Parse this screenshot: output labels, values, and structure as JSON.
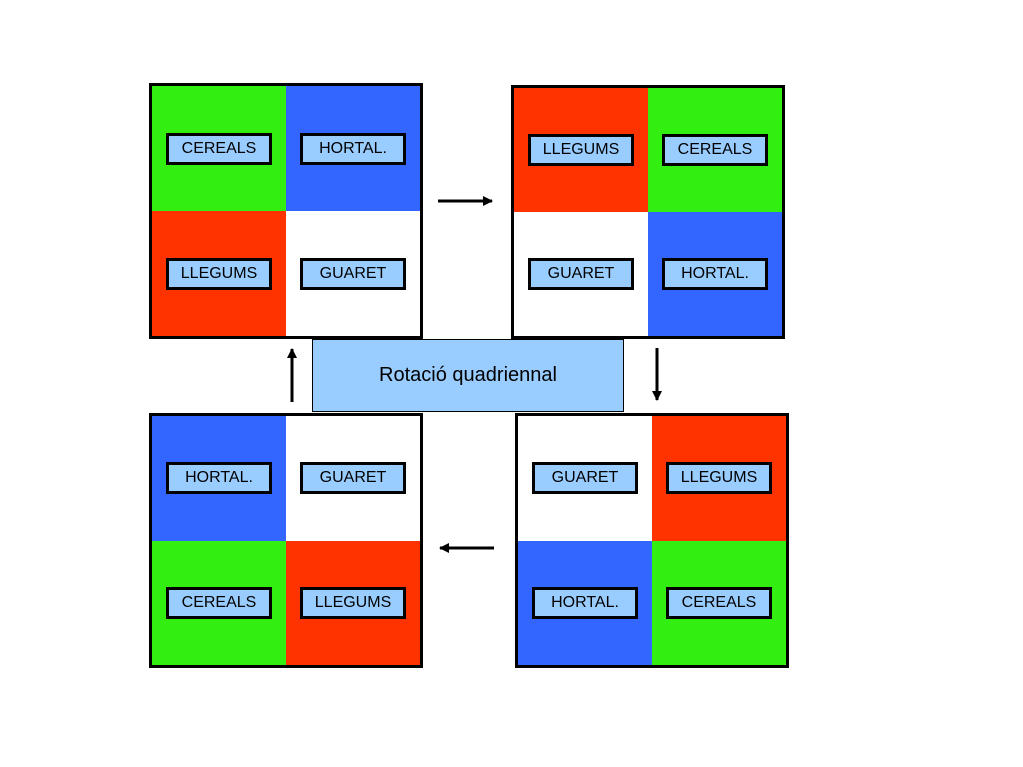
{
  "colors": {
    "cereals": "#33ee11",
    "hortal": "#3366ff",
    "llegums": "#ff3300",
    "guaret": "#ffffff",
    "label_fill": "#99ccff"
  },
  "center": {
    "title": "Rotació quadriennal"
  },
  "fields": [
    {
      "cells": [
        {
          "crop": "cereals",
          "label": "CEREALS"
        },
        {
          "crop": "hortal",
          "label": "HORTAL."
        },
        {
          "crop": "llegums",
          "label": "LLEGUMS"
        },
        {
          "crop": "guaret",
          "label": "GUARET"
        }
      ]
    },
    {
      "cells": [
        {
          "crop": "llegums",
          "label": "LLEGUMS"
        },
        {
          "crop": "cereals",
          "label": "CEREALS"
        },
        {
          "crop": "guaret",
          "label": "GUARET"
        },
        {
          "crop": "hortal",
          "label": "HORTAL."
        }
      ]
    },
    {
      "cells": [
        {
          "crop": "guaret",
          "label": "GUARET"
        },
        {
          "crop": "llegums",
          "label": "LLEGUMS"
        },
        {
          "crop": "hortal",
          "label": "HORTAL."
        },
        {
          "crop": "cereals",
          "label": "CEREALS"
        }
      ]
    },
    {
      "cells": [
        {
          "crop": "hortal",
          "label": "HORTAL."
        },
        {
          "crop": "guaret",
          "label": "GUARET"
        },
        {
          "crop": "cereals",
          "label": "CEREALS"
        },
        {
          "crop": "llegums",
          "label": "LLEGUMS"
        }
      ]
    }
  ]
}
